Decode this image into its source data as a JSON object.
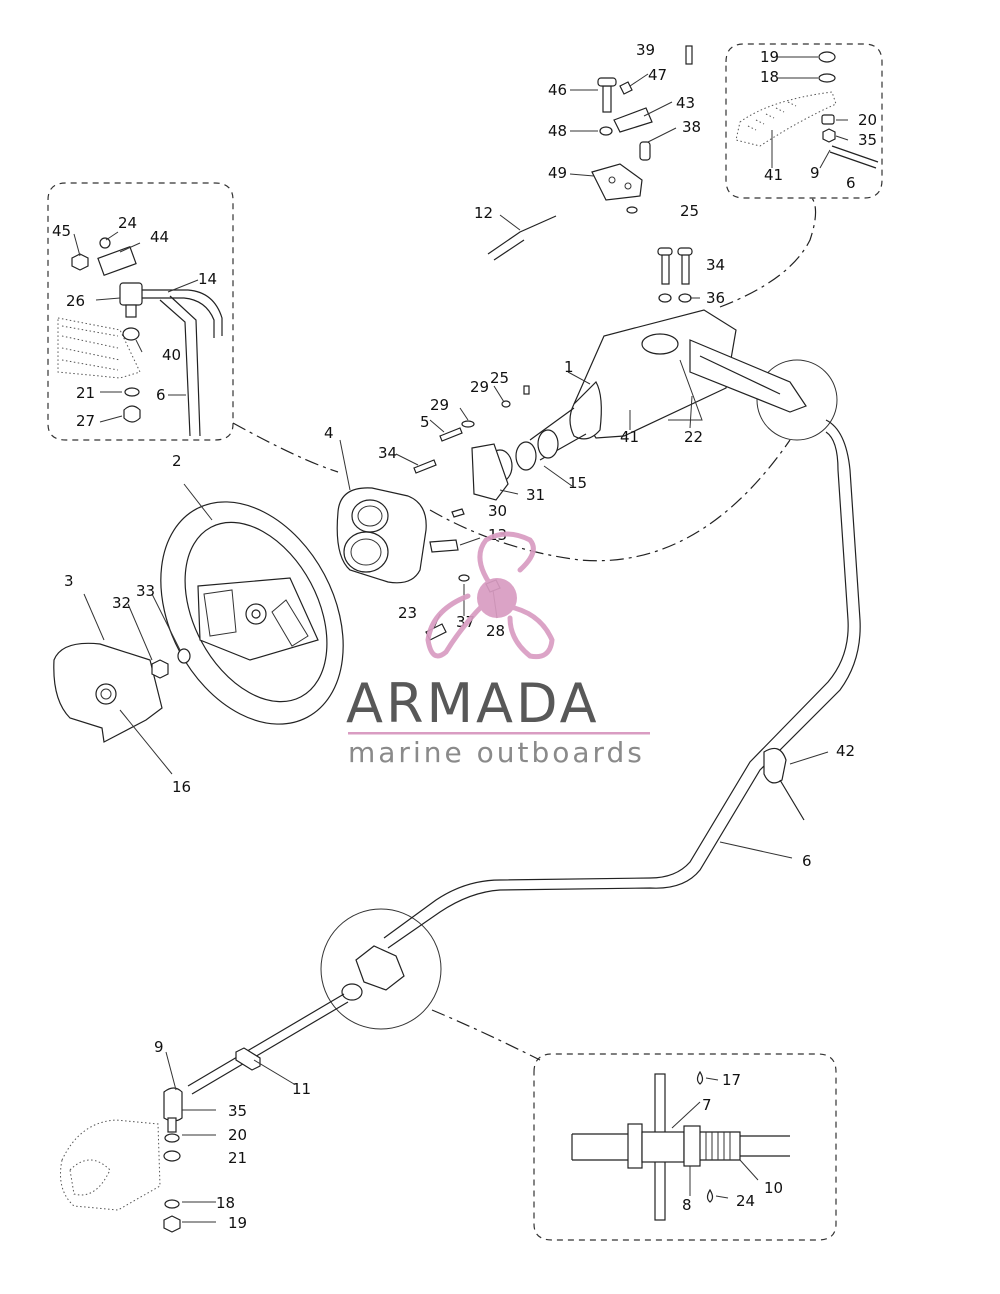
{
  "brand": {
    "title": "ARMADA",
    "subtitle": "marine outboards",
    "logo_color": "#d99cc2",
    "title_color": "#585858",
    "rule_color": "#d99cc2"
  },
  "callouts": {
    "n1": "1",
    "n2": "2",
    "n3": "3",
    "n4": "4",
    "n5": "5",
    "n6a": "6",
    "n6b": "6",
    "n6c": "6",
    "n7": "7",
    "n8": "8",
    "n9a": "9",
    "n9b": "9",
    "n10": "10",
    "n11": "11",
    "n12": "12",
    "n13": "13",
    "n14": "14",
    "n15": "15",
    "n16": "16",
    "n17": "17",
    "n18a": "18",
    "n18b": "18",
    "n19a": "19",
    "n19b": "19",
    "n20a": "20",
    "n20b": "20",
    "n21a": "21",
    "n21b": "21",
    "n22": "22",
    "n23": "23",
    "n24a": "24",
    "n24b": "24",
    "n25a": "25",
    "n25b": "25",
    "n26": "26",
    "n27": "27",
    "n28": "28",
    "n29a": "29",
    "n29b": "29",
    "n30": "30",
    "n31": "31",
    "n32": "32",
    "n33": "33",
    "n34a": "34",
    "n34b": "34",
    "n35a": "35",
    "n35b": "35",
    "n36": "36",
    "n37": "37",
    "n38": "38",
    "n39": "39",
    "n40": "40",
    "n41a": "41",
    "n41b": "41",
    "n42": "42",
    "n43": "43",
    "n44": "44",
    "n45": "45",
    "n46": "46",
    "n47": "47",
    "n48": "48",
    "n49": "49"
  }
}
